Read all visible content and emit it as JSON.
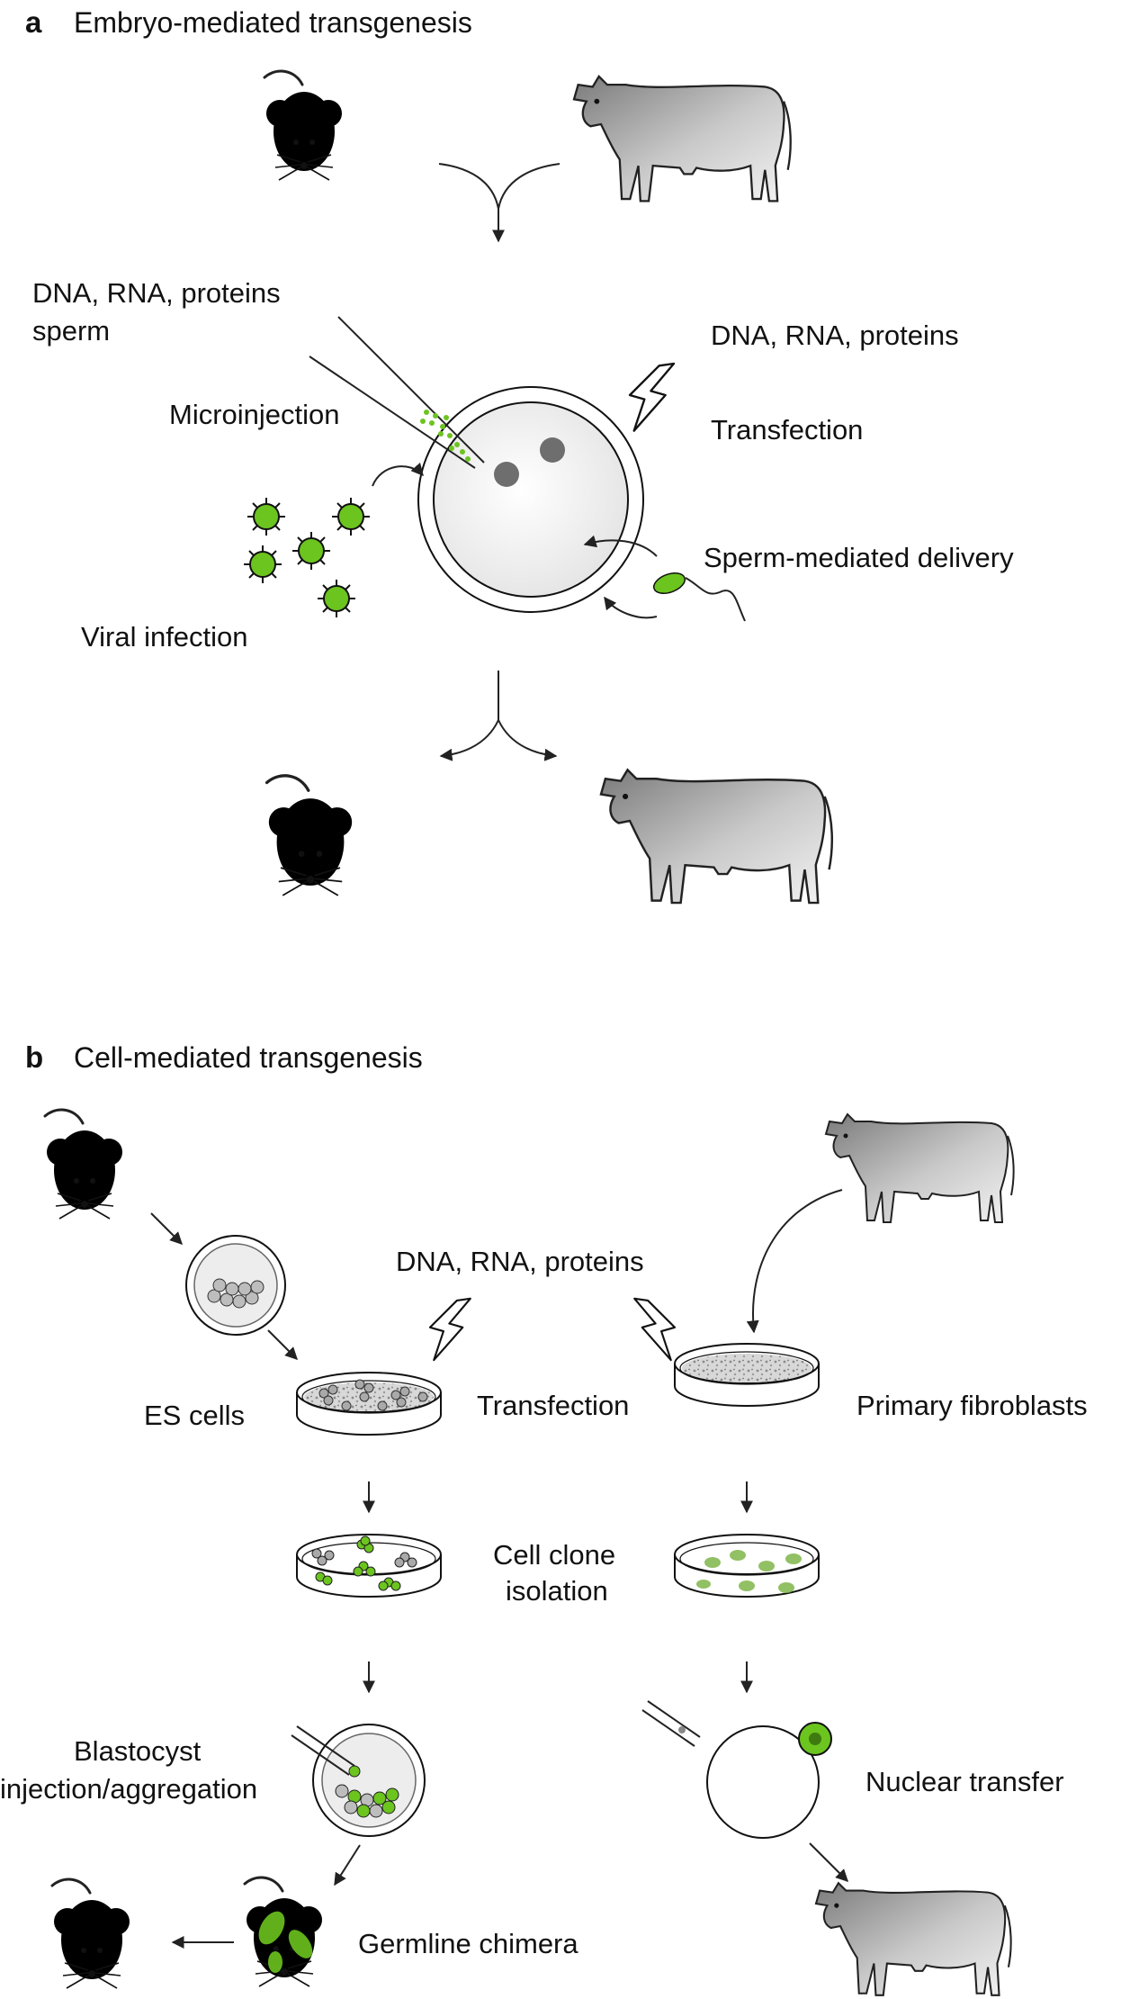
{
  "panel_a": {
    "letter": "a",
    "title": "Embryo-mediated transgenesis",
    "labels": {
      "dna_sperm_line1": "DNA, RNA, proteins",
      "dna_sperm_line2": "sperm",
      "microinjection": "Microinjection",
      "dna_right": "DNA, RNA, proteins",
      "transfection": "Transfection",
      "sperm_delivery": "Sperm-mediated delivery",
      "viral_infection": "Viral infection"
    }
  },
  "panel_b": {
    "letter": "b",
    "title": "Cell-mediated transgenesis",
    "labels": {
      "dna_center": "DNA, RNA, proteins",
      "es_cells": "ES cells",
      "transfection": "Transfection",
      "primary_fibroblasts": "Primary fibroblasts",
      "clone_line1": "Cell clone",
      "clone_line2": "isolation",
      "blasto_line1": "Blastocyst",
      "blasto_line2": "injection/aggregation",
      "nuclear_transfer": "Nuclear transfer",
      "germline_chimera": "Germline chimera"
    }
  },
  "colors": {
    "transgenic_green": "#6cc41f",
    "light_green": "#a6dc5a",
    "dark_green": "#3f8f14",
    "wild_gray": "#a9a9a9"
  },
  "icons": [
    "mouse-icon",
    "cow-icon",
    "zygote-icon",
    "virus-icon",
    "sperm-icon",
    "lightning-icon",
    "pipette-icon",
    "blastocyst-icon",
    "culture-dish-icon"
  ]
}
